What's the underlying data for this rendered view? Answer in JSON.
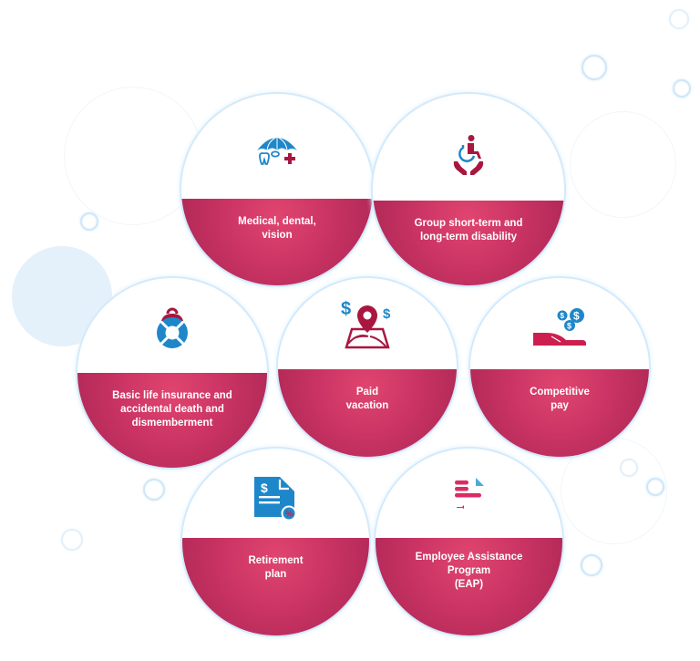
{
  "colors": {
    "pink": "#cc3565",
    "pink_dark": "#a82452",
    "maroon": "#a8173f",
    "blue": "#1e87c9",
    "ring": "#cfe7f8"
  },
  "benefits": [
    {
      "label": "Medical, dental,\nvision",
      "icon": "umbrella-health-icon"
    },
    {
      "label": "Group short-term and\nlong-term disability",
      "icon": "wheelchair-hands-icon"
    },
    {
      "label": "Basic life insurance and\naccidental death and\ndismemberment",
      "icon": "life-buoy-icon"
    },
    {
      "label": "Paid\nvacation",
      "icon": "map-pin-money-icon"
    },
    {
      "label": "Competitive\npay",
      "icon": "hand-coins-icon"
    },
    {
      "label": "Retirement\nplan",
      "icon": "document-dollar-icon"
    },
    {
      "label": "Employee Assistance\nProgram\n(EAP)",
      "icon": "eap-lines-icon"
    }
  ]
}
